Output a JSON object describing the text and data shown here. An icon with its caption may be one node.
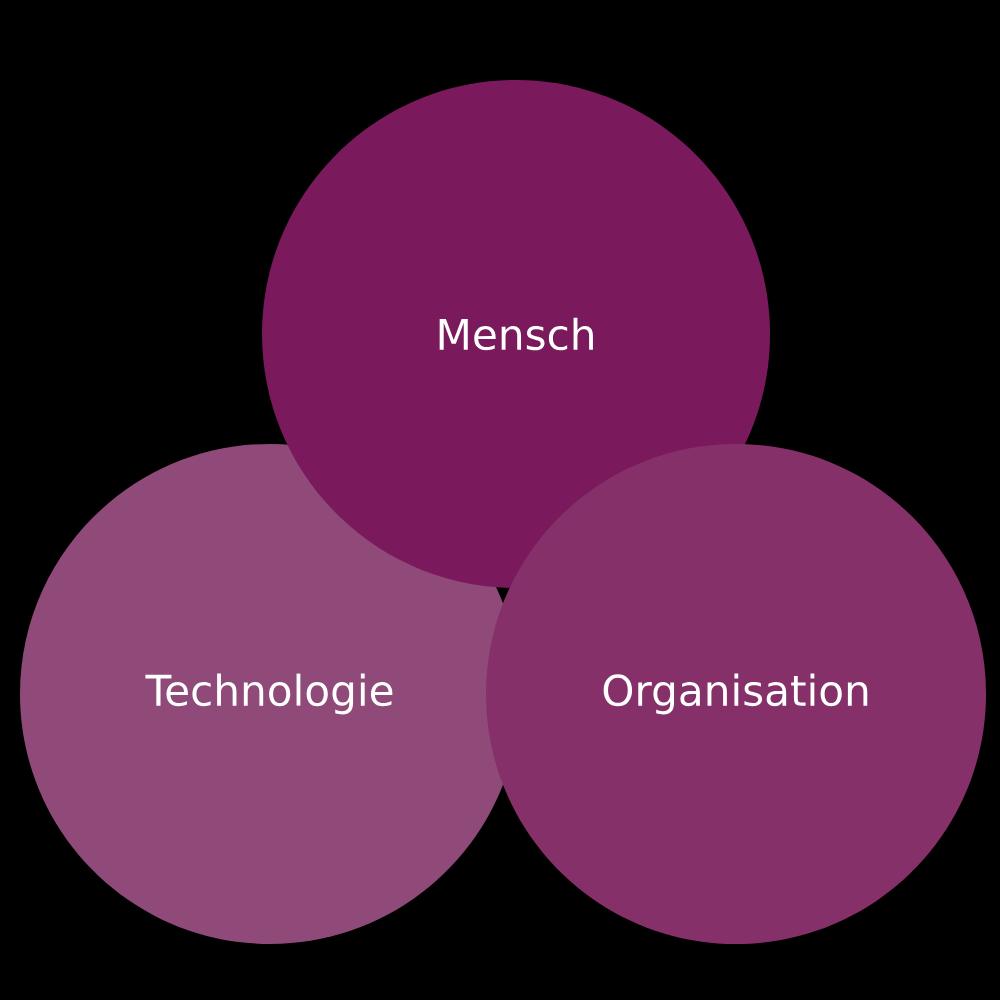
{
  "diagram": {
    "nodes": [
      {
        "text": [
          "Mensch"
        ]
      },
      {
        "text": [
          "Technologie"
        ]
      },
      {
        "text": [
          "Organisation"
        ]
      }
    ]
  }
}
